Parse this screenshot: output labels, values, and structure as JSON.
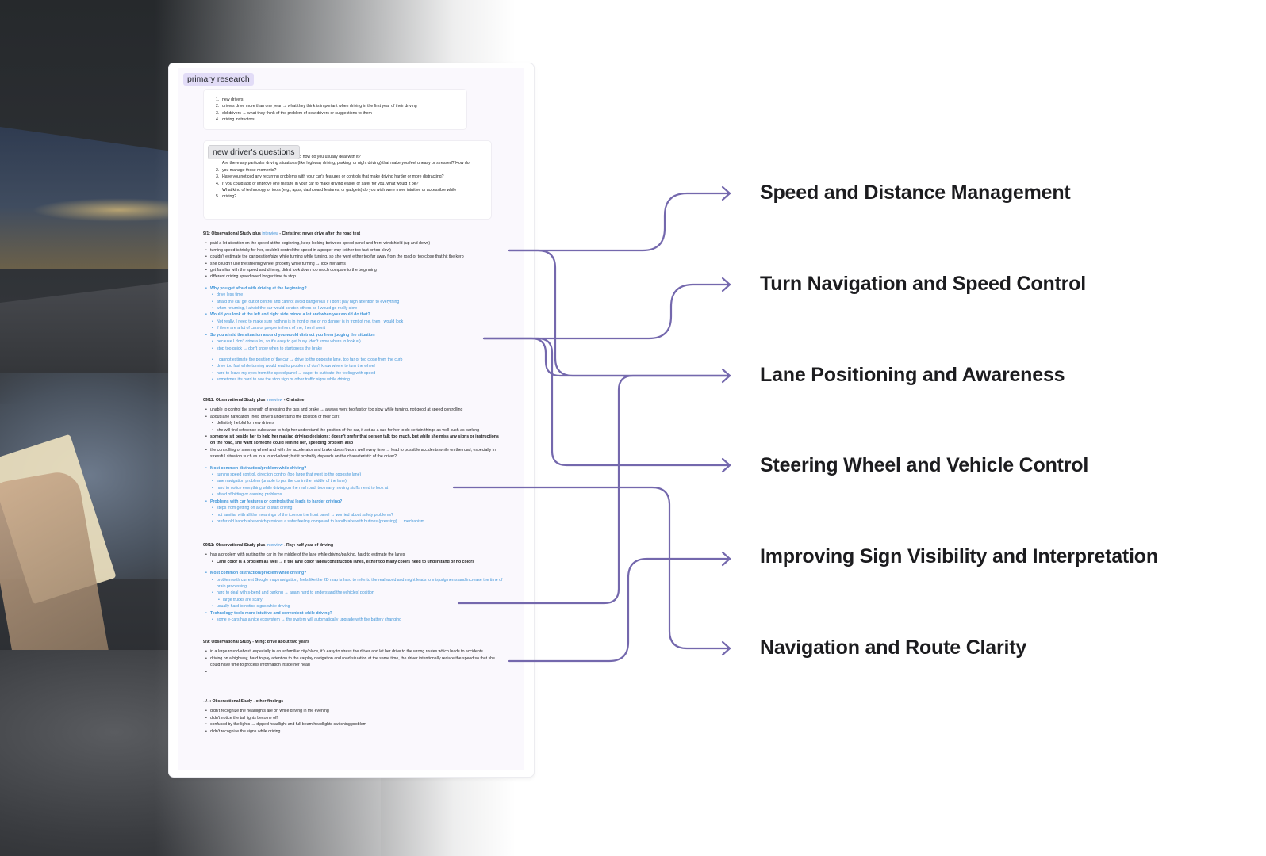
{
  "card": {
    "tag_primary": "primary research",
    "participants": [
      "new drivers",
      "drivers drive more than one year → what they think is important when driving in the first year of their driving",
      "old drivers → what they think of the problem of new drivers or suggestions to them",
      "driving instructors"
    ],
    "tag_questions": "new driver's questions",
    "questions": [
      "…ion you've encountered while driving, and how do you usually deal with it?",
      "Are there any particular driving situations (like highway driving, parking, or night driving) that make you feel uneasy or stressed? How do you manage those moments?",
      "Have you noticed any recurring problems with your car's features or controls that make driving harder or more distracting?",
      "If you could add or improve one feature in your car to make driving easier or safer for you, what would it be?",
      "What kind of technology or tools (e.g., apps, dashboard features, or gadgets) do you wish were more intuitive or accessible while driving?"
    ],
    "sections": [
      {
        "title_a": "9/1: Observational Study plus ",
        "title_link": "interview",
        "title_b": " - Christine: never drive after the road test",
        "items": [
          {
            "lvl": 1,
            "style": "n",
            "text": "paid a lot attention on the speed at the beginning, keep looking between speed panel and front windshield (up and down)"
          },
          {
            "lvl": 1,
            "style": "n",
            "text": "turning speed is tricky for her, couldn't control the speed in a proper way (either too fast or too slow)"
          },
          {
            "lvl": 1,
            "style": "n",
            "text": "couldn't estimate the car position/size while turning while turning, so she went either too far away from the road or too close that hit the kerb"
          },
          {
            "lvl": 1,
            "style": "n",
            "text": "she couldn't use the steering wheel properly while turning → lock her arms"
          },
          {
            "lvl": 1,
            "style": "n",
            "text": "get familiar with the speed and driving, didn't look down too much compare to the beginning"
          },
          {
            "lvl": 1,
            "style": "n",
            "text": "different driving speed need longer time to stop"
          },
          {
            "lvl": 0,
            "style": "gap",
            "text": ""
          },
          {
            "lvl": 1,
            "style": "bb",
            "text": "Why you get afraid with driving at the beginning?"
          },
          {
            "lvl": 2,
            "style": "b",
            "text": "drive less time"
          },
          {
            "lvl": 2,
            "style": "b",
            "text": "afraid the car get out of control and cannot avoid dangerous if I don't pay high attention to everything"
          },
          {
            "lvl": 2,
            "style": "b",
            "text": "when returning, I afraid the car would scratch others so I would go really slow"
          },
          {
            "lvl": 1,
            "style": "bb",
            "text": "Would you look at the left and right side mirror a lot and when you would do that?"
          },
          {
            "lvl": 2,
            "style": "b",
            "text": "Not really, I need to make sure nothing is in front of me or no danger is in front of me, then I would look"
          },
          {
            "lvl": 2,
            "style": "b",
            "text": "if there are a lot of cars or people in front of me, then I won't"
          },
          {
            "lvl": 1,
            "style": "bb",
            "text": "So you afraid the situation around you would distract you from judging the situation"
          },
          {
            "lvl": 2,
            "style": "b",
            "text": "because I don't drive a lot, so it's easy to get busy (don't know where to look at)"
          },
          {
            "lvl": 2,
            "style": "b",
            "text": "stop too quick → don't know when to start press the brake"
          },
          {
            "lvl": 0,
            "style": "gap",
            "text": ""
          },
          {
            "lvl": 2,
            "style": "b",
            "text": "I cannot estimate the position of the car → drive to the opposite lane, too far or too close from the curb"
          },
          {
            "lvl": 2,
            "style": "b",
            "text": "drive too fast while turning would lead to problem of don't know where to turn the wheel"
          },
          {
            "lvl": 2,
            "style": "b",
            "text": "hard to leave my eyes from the speed panel → eager to cultivate the feeling with speed"
          },
          {
            "lvl": 2,
            "style": "b",
            "text": "sometimes it's hard to see the stop sign or other traffic signs while driving"
          }
        ]
      },
      {
        "title_a": "09/11: Observational Study plus ",
        "title_link": "interview",
        "title_b": " - Christine",
        "items": [
          {
            "lvl": 1,
            "style": "n",
            "text": "unable to control the strength of pressing the gas and brake → always went too fast or too slow while turning, not good at speed controlling"
          },
          {
            "lvl": 1,
            "style": "n",
            "text": "about lane navigation (help drivers understand the position of their car):"
          },
          {
            "lvl": 2,
            "style": "n",
            "text": "definitely helpful for new drivers"
          },
          {
            "lvl": 2,
            "style": "n",
            "text": "she will find reference substance to help her understand the position of the car, it act as a cue for her to do certain things as well such as parking"
          },
          {
            "lvl": 1,
            "style": "k",
            "text": "someone sit beside her to help her making driving decisions: doesn't prefer that person talk too much, but while she miss any signs or instructions on the road, she want someone could remind her, speeding problem also"
          },
          {
            "lvl": 1,
            "style": "n",
            "text": "the controlling of steering wheel and with the accelerator and brake doesn't work well every time → lead to possible accidents while on the road, especially in stressful situation such as in a round-about; but it probably depends on the characteristic of the driver?"
          },
          {
            "lvl": 0,
            "style": "gap",
            "text": ""
          },
          {
            "lvl": 1,
            "style": "bb",
            "text": "Most common distraction/problem while driving?"
          },
          {
            "lvl": 2,
            "style": "b",
            "text": "turning speed control, direction control (too large that went to the opposite lane)"
          },
          {
            "lvl": 2,
            "style": "b",
            "text": "lane navigation problem (unable to put the car in the middle of the lane)"
          },
          {
            "lvl": 2,
            "style": "b",
            "text": "hard to notice everything while driving on the real road, too many moving stuffs need to look at"
          },
          {
            "lvl": 2,
            "style": "b",
            "text": "afraid of hitting or causing problems"
          },
          {
            "lvl": 1,
            "style": "bb",
            "text": "Problems with car features or controls that leads to harder driving?"
          },
          {
            "lvl": 2,
            "style": "b",
            "text": "steps from getting on a car to start driving"
          },
          {
            "lvl": 2,
            "style": "b",
            "text": "not familiar with all the meanings of the icon on the front panel → worried about safety problems?"
          },
          {
            "lvl": 2,
            "style": "b",
            "text": "prefer old handbrake which provides a safer feeling compared to handbrake with buttons (pressing) → mechanism"
          }
        ]
      },
      {
        "title_a": "09/11: Observational Study plus ",
        "title_link": "interview",
        "title_b": " - Ray: half year of driving",
        "items": [
          {
            "lvl": 1,
            "style": "n",
            "text": "has a problem with putting the car in the middle of the lane while driving/parking, hard to estimate the lanes"
          },
          {
            "lvl": 2,
            "style": "k",
            "text": "Lane color is a problem as well → if the lane color fades/construction lanes, either too many colors need to understand or no colors"
          },
          {
            "lvl": 0,
            "style": "gap",
            "text": ""
          },
          {
            "lvl": 1,
            "style": "bb",
            "text": "Most common distraction/problem while driving?"
          },
          {
            "lvl": 2,
            "style": "b",
            "text": "problem with current Google map navigation, feels like the 2D map is hard to refer to the real world and might leads to misjudgments and increase the time of brain processing"
          },
          {
            "lvl": 2,
            "style": "b",
            "text": "hard to deal with s-bend and parking → again hard to understand the vehicles' position"
          },
          {
            "lvl": 3,
            "style": "b",
            "text": "large trucks are scary"
          },
          {
            "lvl": 2,
            "style": "b",
            "text": "usually hard to notice signs while driving"
          },
          {
            "lvl": 1,
            "style": "bb",
            "text": "Technology tools more intuitive and convenient while driving?"
          },
          {
            "lvl": 2,
            "style": "b",
            "text": "some e-cars has a nice ecosystem → the system will automatically upgrade with the battery changing"
          }
        ]
      },
      {
        "title_a": "9/9: Observational Study - Ming: drive about two years",
        "title_link": "",
        "title_b": "",
        "items": [
          {
            "lvl": 1,
            "style": "n",
            "text": "in a large round-about, especially in an unfamiliar city/place, it's easy to stress the driver and let her drive to the wrong routes which leads to accidents"
          },
          {
            "lvl": 1,
            "style": "n",
            "text": "driving on a highway, hard to pay attention to the carplay navigation and road situation at the same time, the driver intentionally reduce the speed so that she could have time to process information inside her head"
          },
          {
            "lvl": 1,
            "style": "n",
            "text": ""
          }
        ]
      },
      {
        "title_a": "--/--: Observational Study - other findings",
        "title_link": "",
        "title_b": "",
        "items": [
          {
            "lvl": 1,
            "style": "n",
            "text": "didn't recognize the headlights are on while driving in the evening"
          },
          {
            "lvl": 1,
            "style": "n",
            "text": "didn't notice the tail lights become off"
          },
          {
            "lvl": 1,
            "style": "n",
            "text": "confused by the lights → dipped headlight and full beam headlights switching problem"
          },
          {
            "lvl": 1,
            "style": "n",
            "text": "didn't recognize the signs while driving"
          }
        ]
      }
    ]
  },
  "themes": [
    {
      "label": "Speed and Distance Management"
    },
    {
      "label": "Turn Navigation and Speed Control"
    },
    {
      "label": "Lane Positioning and Awareness"
    },
    {
      "label": "Steering Wheel and Vehicle Control"
    },
    {
      "label": "Improving Sign Visibility and Interpretation"
    },
    {
      "label": "Navigation and Route Clarity"
    }
  ],
  "colors": {
    "connector": "#7468ad",
    "tag_primary_bg": "#e2dcf7",
    "link_blue": "#3b8fd6"
  }
}
